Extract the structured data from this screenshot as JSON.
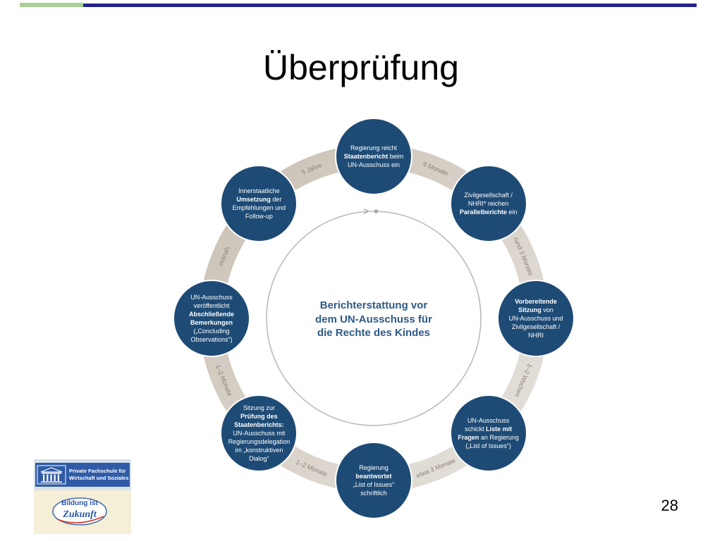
{
  "slide": {
    "title": "Überprüfung",
    "page_number": "28"
  },
  "theme": {
    "accent_green": "#a6cf93",
    "header_navy": "#23238f",
    "node_blue": "#1e4b75",
    "ring_dark": "#cbc2b6",
    "ring_light": "#e5e1db",
    "center_outline": "#b7b7b7",
    "center_text_blue": "#2e5a86",
    "duration_gray": "#8a8178"
  },
  "diagram": {
    "center_text": [
      "Berichterstattung vor",
      "dem UN-Ausschuss für",
      "die Rechte des Kindes"
    ],
    "steps": [
      {
        "lines": [
          [
            {
              "text": "Regierung reicht"
            }
          ],
          [
            {
              "text": "Staatenbericht",
              "bold": true
            },
            {
              "text": " beim"
            }
          ],
          [
            {
              "text": "UN-Ausschuss ein"
            }
          ]
        ],
        "duration_to_next": "6 Monate"
      },
      {
        "lines": [
          [
            {
              "text": "Zivilgesellschaft /"
            }
          ],
          [
            {
              "text": "NHRI* reichen"
            }
          ],
          [
            {
              "text": "Parallelberichte",
              "bold": true
            },
            {
              "text": " ein"
            }
          ]
        ],
        "duration_to_next": "rund 3 Monate"
      },
      {
        "lines": [
          [
            {
              "text": "Vorbereitende",
              "bold": true
            }
          ],
          [
            {
              "text": "Sitzung",
              "bold": true
            },
            {
              "text": " von"
            }
          ],
          [
            {
              "text": "UN-Ausschuss und"
            }
          ],
          [
            {
              "text": "Zivilgesellschaft /"
            }
          ],
          [
            {
              "text": "NHRI"
            }
          ]
        ],
        "duration_to_next": "1–2 Wochen"
      },
      {
        "lines": [
          [
            {
              "text": "UN-Ausschuss"
            }
          ],
          [
            {
              "text": "schickt "
            },
            {
              "text": "Liste mit",
              "bold": true
            }
          ],
          [
            {
              "text": "Fragen",
              "bold": true
            },
            {
              "text": " an Regierung"
            }
          ],
          [
            {
              "text": "(„List of Issues“)"
            }
          ]
        ],
        "duration_to_next": "etwa 3 Monate"
      },
      {
        "lines": [
          [
            {
              "text": "Regierung"
            }
          ],
          [
            {
              "text": "beantwortet",
              "bold": true
            }
          ],
          [
            {
              "text": "„List of Issues“"
            }
          ],
          [
            {
              "text": "schriftlich"
            }
          ]
        ],
        "duration_to_next": "1–2 Monate"
      },
      {
        "lines": [
          [
            {
              "text": "Sitzung zur"
            }
          ],
          [
            {
              "text": "Prüfung des",
              "bold": true
            }
          ],
          [
            {
              "text": "Staatenberichts:",
              "bold": true
            }
          ],
          [
            {
              "text": "UN-Ausschuss mit"
            }
          ],
          [
            {
              "text": "Regierungsdelegation"
            }
          ],
          [
            {
              "text": "im „konstruktiven"
            }
          ],
          [
            {
              "text": "Dialog“"
            }
          ]
        ],
        "duration_to_next": "1–2 Monate"
      },
      {
        "lines": [
          [
            {
              "text": "UN-Ausschuss"
            }
          ],
          [
            {
              "text": "veröffentlicht"
            }
          ],
          [
            {
              "text": "Abschließende",
              "bold": true
            }
          ],
          [
            {
              "text": "Bemerkungen",
              "bold": true
            }
          ],
          [
            {
              "text": "(„Concluding"
            }
          ],
          [
            {
              "text": "Observations“)"
            }
          ]
        ],
        "duration_to_next": "zeitnah"
      },
      {
        "lines": [
          [
            {
              "text": "Innerstaatliche"
            }
          ],
          [
            {
              "text": "Umsetzung",
              "bold": true
            },
            {
              "text": " der"
            }
          ],
          [
            {
              "text": "Empfehlungen und"
            }
          ],
          [
            {
              "text": "Follow-up"
            }
          ]
        ],
        "duration_to_next": "5 Jahre"
      }
    ]
  },
  "logo": {
    "school_name_lines": [
      "Private Fachschule für",
      "Wirtschaft und Soziales"
    ],
    "slogan_lines": [
      "Bildung ist",
      "Zukunft"
    ],
    "banner_blue": "#2f5ba6",
    "slogan_blue": "#2a57a8",
    "swoosh_red": "#d23a2a"
  }
}
